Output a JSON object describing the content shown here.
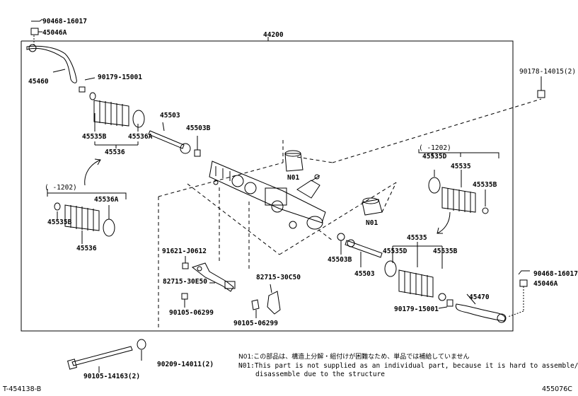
{
  "assembly_number": "44200",
  "callouts": {
    "c90468_top": "90468-16017",
    "c45046a_top": "45046A",
    "c45460": "45460",
    "c90179_top": "90179-15001",
    "c45535b_left": "45535B",
    "c45536a_top": "45536A",
    "c45536_top": "45536",
    "c45503": "45503",
    "c45503b_top": "45503B",
    "c90178": "90178-14015(2)",
    "inset_left_range": "(    -1202)",
    "c45536a_inset": "45536A",
    "c45535b_inset": "45535B",
    "c45536_inset": "45536",
    "n01_top": "N01",
    "n01_mid": "N01",
    "inset_right_range": "(    -1202)",
    "c45535d_inset": "45535D",
    "c45535_inset": "45535",
    "c45535b_inset_r": "45535B",
    "c45535_right": "45535",
    "c45535d_right": "45535D",
    "c45535b_right": "45535B",
    "c45503b_right": "45503B",
    "c45503_right": "45503",
    "c91621": "91621-J0612",
    "c82715_30e50": "82715-30E50",
    "c82715_30c50": "82715-30C50",
    "c90105_06299_a": "90105-06299",
    "c90105_06299_b": "90105-06299",
    "c90179_bottom": "90179-15001",
    "c45470": "45470",
    "c90468_right": "90468-16017",
    "c45046a_right": "45046A",
    "c90105_14163": "90105-14163(2)",
    "c90209": "90209-14011(2)"
  },
  "notes": {
    "line1": "N01:この部品は、構造上分解・組付けが困難なため、単品では補給していません",
    "line2": "N01:This part is not supplied as an individual part, because it is hard to assemble/",
    "line3": "disassemble due to the structure"
  },
  "footer": {
    "left_code": "T-454138-B",
    "right_code": "455076C"
  }
}
